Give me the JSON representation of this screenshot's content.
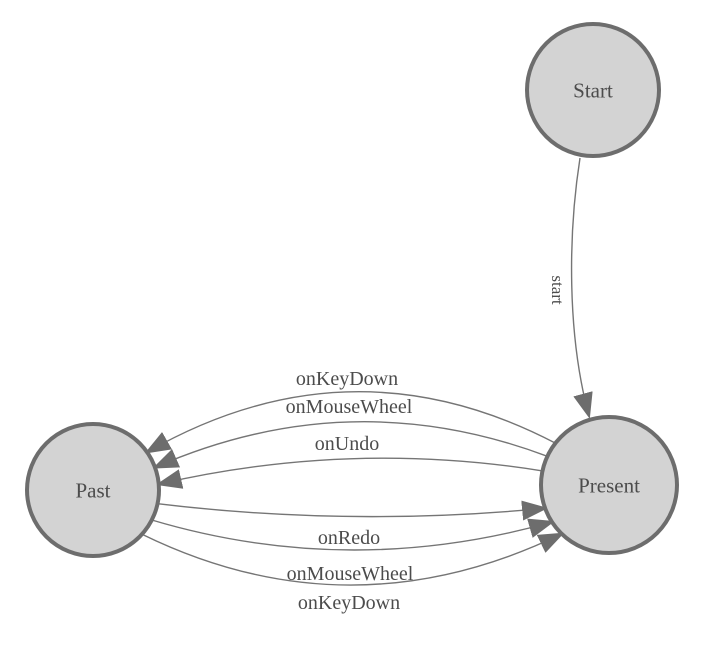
{
  "diagram": {
    "type": "state-machine",
    "colors": {
      "background": "#ffffff",
      "node_fill": "#d3d3d3",
      "node_stroke": "#6d6d6d",
      "edge_stroke": "#757575",
      "arrow_fill": "#6d6d6d",
      "label_text": "#4c4c4c"
    },
    "nodes": [
      {
        "id": "start",
        "label": "Start"
      },
      {
        "id": "past",
        "label": "Past"
      },
      {
        "id": "present",
        "label": "Present"
      }
    ],
    "edges": [
      {
        "from": "Start",
        "to": "Present",
        "label": "start"
      },
      {
        "from": "Present",
        "to": "Past",
        "label": "onKeyDown"
      },
      {
        "from": "Present",
        "to": "Past",
        "label": "onMouseWheel"
      },
      {
        "from": "Present",
        "to": "Past",
        "label": "onUndo"
      },
      {
        "from": "Past",
        "to": "Present",
        "label": "onRedo"
      },
      {
        "from": "Past",
        "to": "Present",
        "label": "onMouseWheel"
      },
      {
        "from": "Past",
        "to": "Present",
        "label": "onKeyDown"
      }
    ]
  }
}
